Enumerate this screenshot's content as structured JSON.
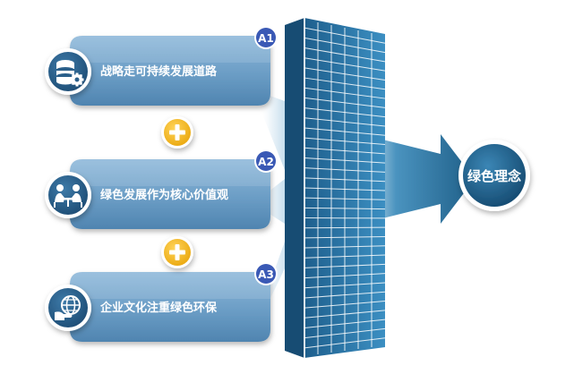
{
  "diagram": {
    "items": [
      {
        "badge": "A1",
        "label": "战略走可持续发展道路",
        "icon": "database-gear-icon"
      },
      {
        "badge": "A2",
        "label": "绿色发展作为核心价值观",
        "icon": "meeting-people-icon"
      },
      {
        "badge": "A3",
        "label": "企业文化注重绿色环保",
        "icon": "globe-hand-icon"
      }
    ],
    "connectors": [
      {
        "symbol": "plus-icon"
      },
      {
        "symbol": "plus-icon"
      }
    ],
    "target": {
      "label": "绿色理念"
    },
    "colors": {
      "card": "#6b9dc5",
      "card_dark": "#3d6f99",
      "icon_circle": "#2b5f8a",
      "badge": "#3a59b5",
      "plus": "#f2b81f",
      "grid_panel": "#2e78a9",
      "arrow": "#236c97",
      "target_circle": "#1f6088"
    }
  }
}
